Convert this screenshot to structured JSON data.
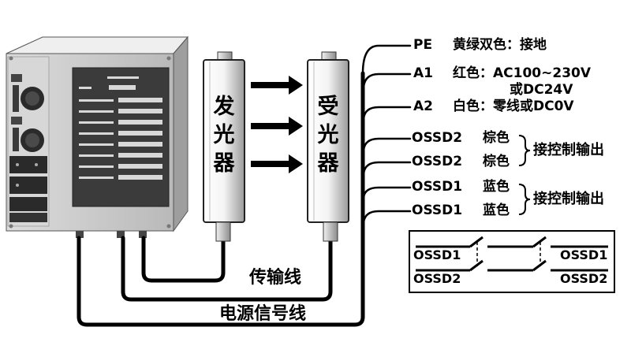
{
  "emitter_label": [
    "发",
    "光",
    "器"
  ],
  "receiver_label": [
    "受",
    "光",
    "器"
  ],
  "cables": {
    "transmission": "传输线",
    "power_signal": "电源信号线"
  },
  "wiring": [
    {
      "terminal": "PE",
      "color": "黄绿双色：接地"
    },
    {
      "terminal": "A1",
      "color": "红色：AC100~230V",
      "color2": "或DC24V"
    },
    {
      "terminal": "A2",
      "color": "白色：零线或DC0V"
    },
    {
      "terminal": "OSSD2",
      "color": "棕色"
    },
    {
      "terminal": "OSSD2",
      "color": "棕色"
    },
    {
      "terminal": "OSSD1",
      "color": "蓝色"
    },
    {
      "terminal": "OSSD1",
      "color": "蓝色"
    }
  ],
  "control_output": [
    "接控制输出",
    "接控制输出"
  ],
  "switch_diagram": {
    "left_top": "OSSD1",
    "left_bottom": "OSSD2",
    "right_top": "OSSD1",
    "right_bottom": "OSSD2"
  }
}
